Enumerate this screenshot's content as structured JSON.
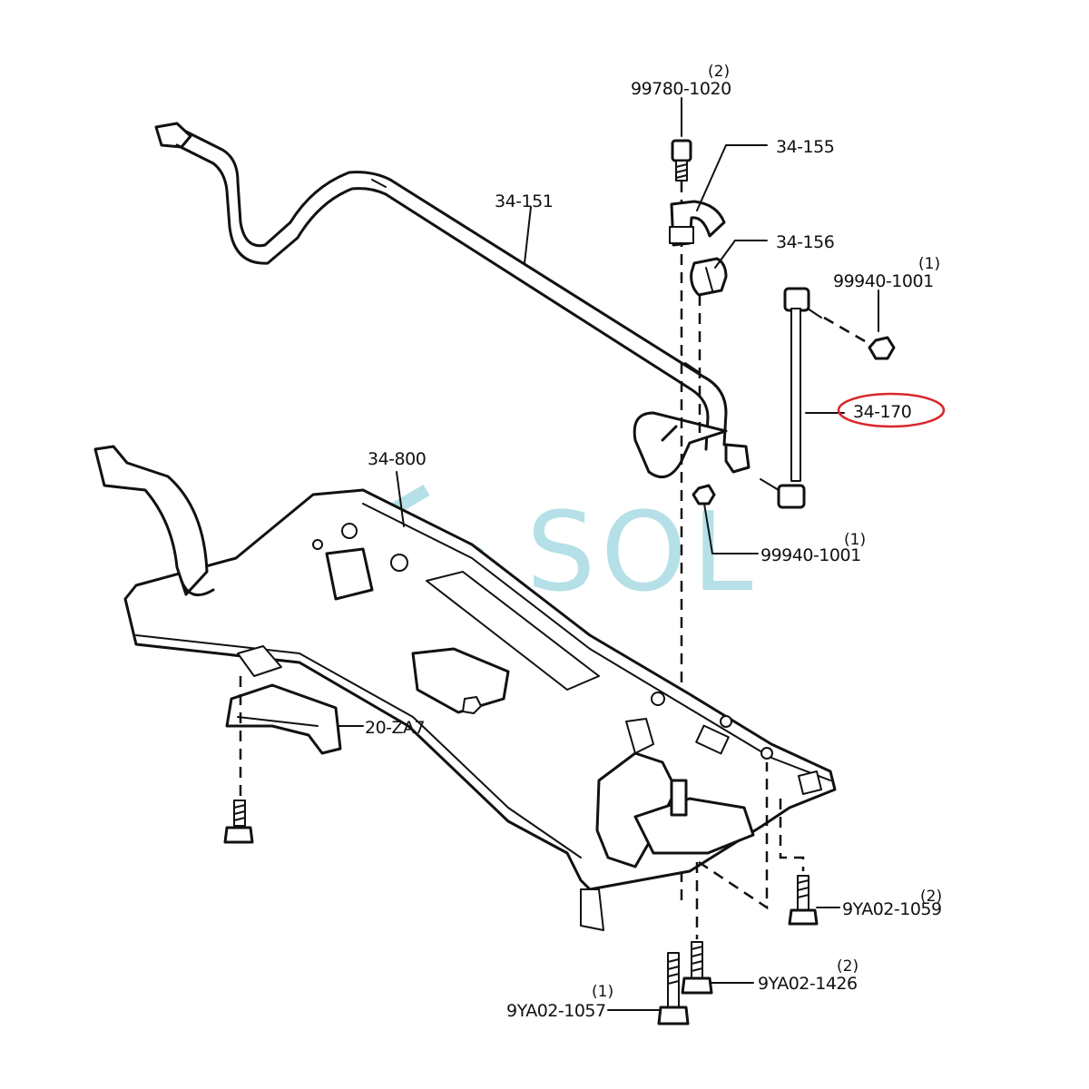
{
  "parts": {
    "p9978010200": {
      "number": "99780-1020",
      "qty": "(2)"
    },
    "p34155": {
      "number": "34-155"
    },
    "p34151": {
      "number": "34-151"
    },
    "p34156": {
      "number": "34-156"
    },
    "p999401001_top": {
      "number": "99940-1001",
      "qty": "(1)"
    },
    "p34170": {
      "number": "34-170"
    },
    "p34800": {
      "number": "34-800"
    },
    "p999401001_bottom": {
      "number": "99940-1001",
      "qty": "(1)"
    },
    "p20za7": {
      "number": "20-ZA7"
    },
    "p9ya021059": {
      "number": "9YA02-1059",
      "qty": "(2)"
    },
    "p9ya021426": {
      "number": "9YA02-1426",
      "qty": "(2)"
    },
    "p9ya021057": {
      "number": "9YA02-1057",
      "qty": "(1)"
    }
  },
  "watermark": {
    "text": "SOL",
    "color": "#a9dbe3"
  },
  "highlight": {
    "color": "#d9262a"
  }
}
